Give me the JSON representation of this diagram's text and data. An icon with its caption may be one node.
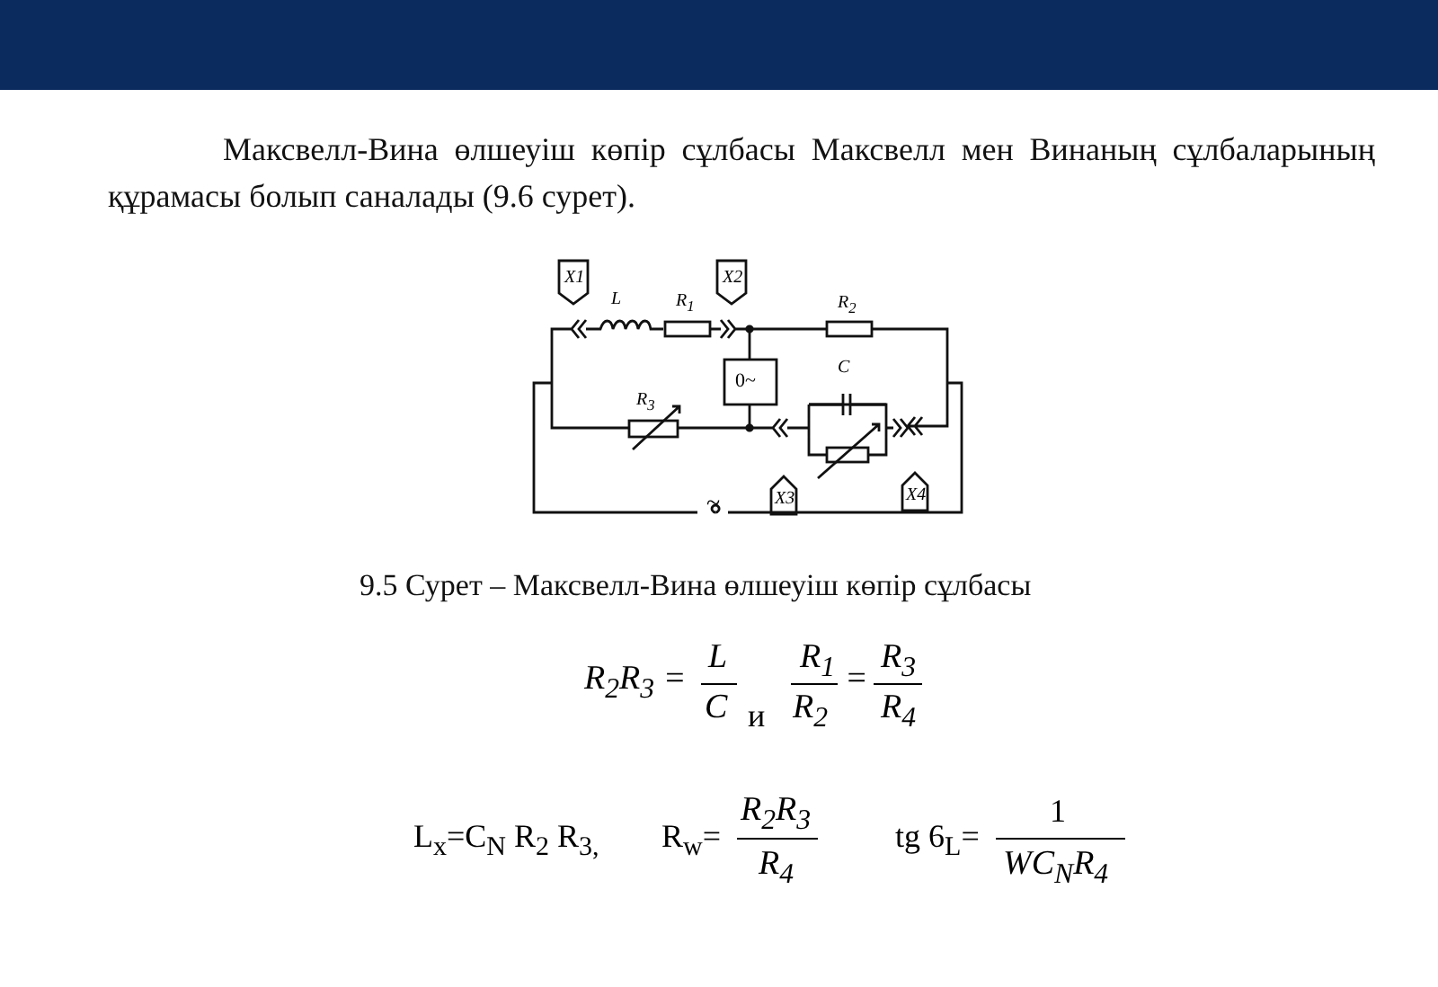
{
  "diagram": {
    "caption": "9.5 Сурет – Максвелл-Вина өлшеуіш көпір сұлбасы",
    "labels": [
      "Максвелл-Вина өлшеуіш көпір сұлбасы Максвелл мен Винаның сұлбаларының құрамасы болып саналады (9.6 сурет).",
      "X1",
      "L",
      "R$_{1}$",
      "X2",
      "R$_{2}$",
      "0~",
      "R$_{3}$",
      "C",
      "X3",
      "X4",
      "~",
      "R$_{2}$R$_{3}$ =",
      "L",
      "C",
      "и",
      "R$_{1}$",
      "R$_{2}$",
      "=",
      "R$_{3}$",
      "R$_{4}$",
      "L$_{x}$=C$_{N}$ R$_{2}$ R$_{3,}$",
      "R$_{w}$=",
      "R$_{2}$R$_{3}$",
      "R$_{4}$",
      "tg 6$_{L}$=",
      "1",
      "WC$_{N}$R$_{4}$"
    ]
  }
}
